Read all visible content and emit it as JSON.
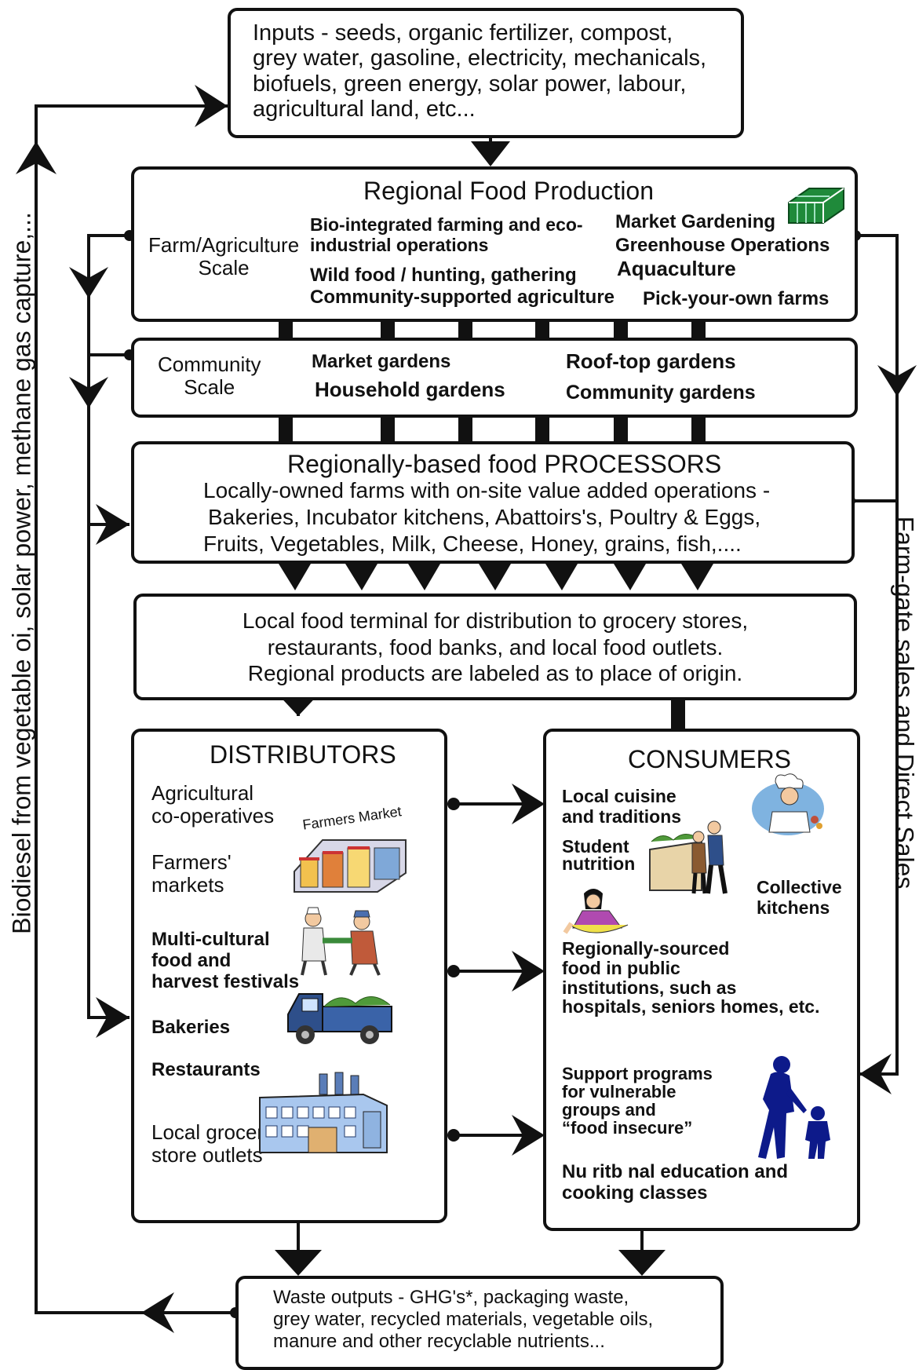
{
  "inputs": {
    "text": [
      "Inputs - seeds, organic fertilizer, compost,",
      "grey water, gasoline, electricity, mechanicals,",
      "biofuels, green energy, solar power, labour,",
      "agricultural land, etc..."
    ]
  },
  "regional": {
    "title": "Regional Food Production",
    "scale_label": [
      "Farm/Agriculture",
      "Scale"
    ],
    "bio": [
      "Bio-integrated farming and eco-",
      "industrial operations"
    ],
    "wild": "Wild food / hunting, gathering",
    "csa": "Community-supported agriculture",
    "market_gardening": "Market Gardening",
    "greenhouse": "Greenhouse  Operations",
    "aquaculture": "Aquaculture",
    "pick": "Pick-your-own farms"
  },
  "community": {
    "scale_label": [
      "Community",
      "Scale"
    ],
    "market_gardens": "Market gardens",
    "household": "Household gardens",
    "rooftop": "Roof-top gardens",
    "community_gardens": "Community gardens"
  },
  "processors": {
    "title": "Regionally-based food PROCESSORS",
    "text": [
      "Locally-owned farms with on-site value added operations -",
      "Bakeries, Incubator kitchens, Abattoirs's, Poultry & Eggs,",
      "Fruits, Vegetables, Milk, Cheese, Honey, grains, fish,...."
    ]
  },
  "terminal": {
    "text": [
      "Local food terminal for distribution to grocery stores,",
      "restaurants, food banks, and  local food outlets.",
      "Regional products are labeled as to place of origin."
    ]
  },
  "distributors": {
    "title": "DISTRIBUTORS",
    "coops": [
      "Agricultural",
      "co-operatives"
    ],
    "farmers": [
      "Farmers'",
      "markets"
    ],
    "market_sign": "Farmers Market",
    "multicultural": [
      "Multi-cultural",
      "food and",
      "harvest festivals"
    ],
    "bakeries": "Bakeries",
    "restaurants": "Restaurants",
    "grocery": [
      "Local grocery",
      "store outlets"
    ]
  },
  "consumers": {
    "title": "CONSUMERS",
    "cuisine": [
      "Local cuisine",
      "and traditions"
    ],
    "student": [
      "Student",
      "nutrition"
    ],
    "collective": [
      "Collective",
      "kitchens"
    ],
    "public": [
      "Regionally-sourced",
      "food in public",
      "institutions, such as",
      "hospitals, seniors homes, etc."
    ],
    "support": [
      "Support programs",
      "for vulnerable",
      "groups and",
      "“food insecure”"
    ],
    "education": [
      "Nu ritb nal education and",
      "cooking classes"
    ]
  },
  "waste": {
    "text": [
      "Waste outputs - GHG's*, packaging waste,",
      "grey water, recycled materials, vegetable oils,",
      "manure and other recyclable nutrients..."
    ]
  },
  "side_labels": {
    "left": "Biodiesel from vegetable oi, solar power, methane gas capture,...",
    "right": "Farm-gate sales and Direct Sales"
  },
  "colors": {
    "line": "#111111",
    "navy": "#0d1a8a",
    "greenhouse": "#1f8a3a"
  }
}
